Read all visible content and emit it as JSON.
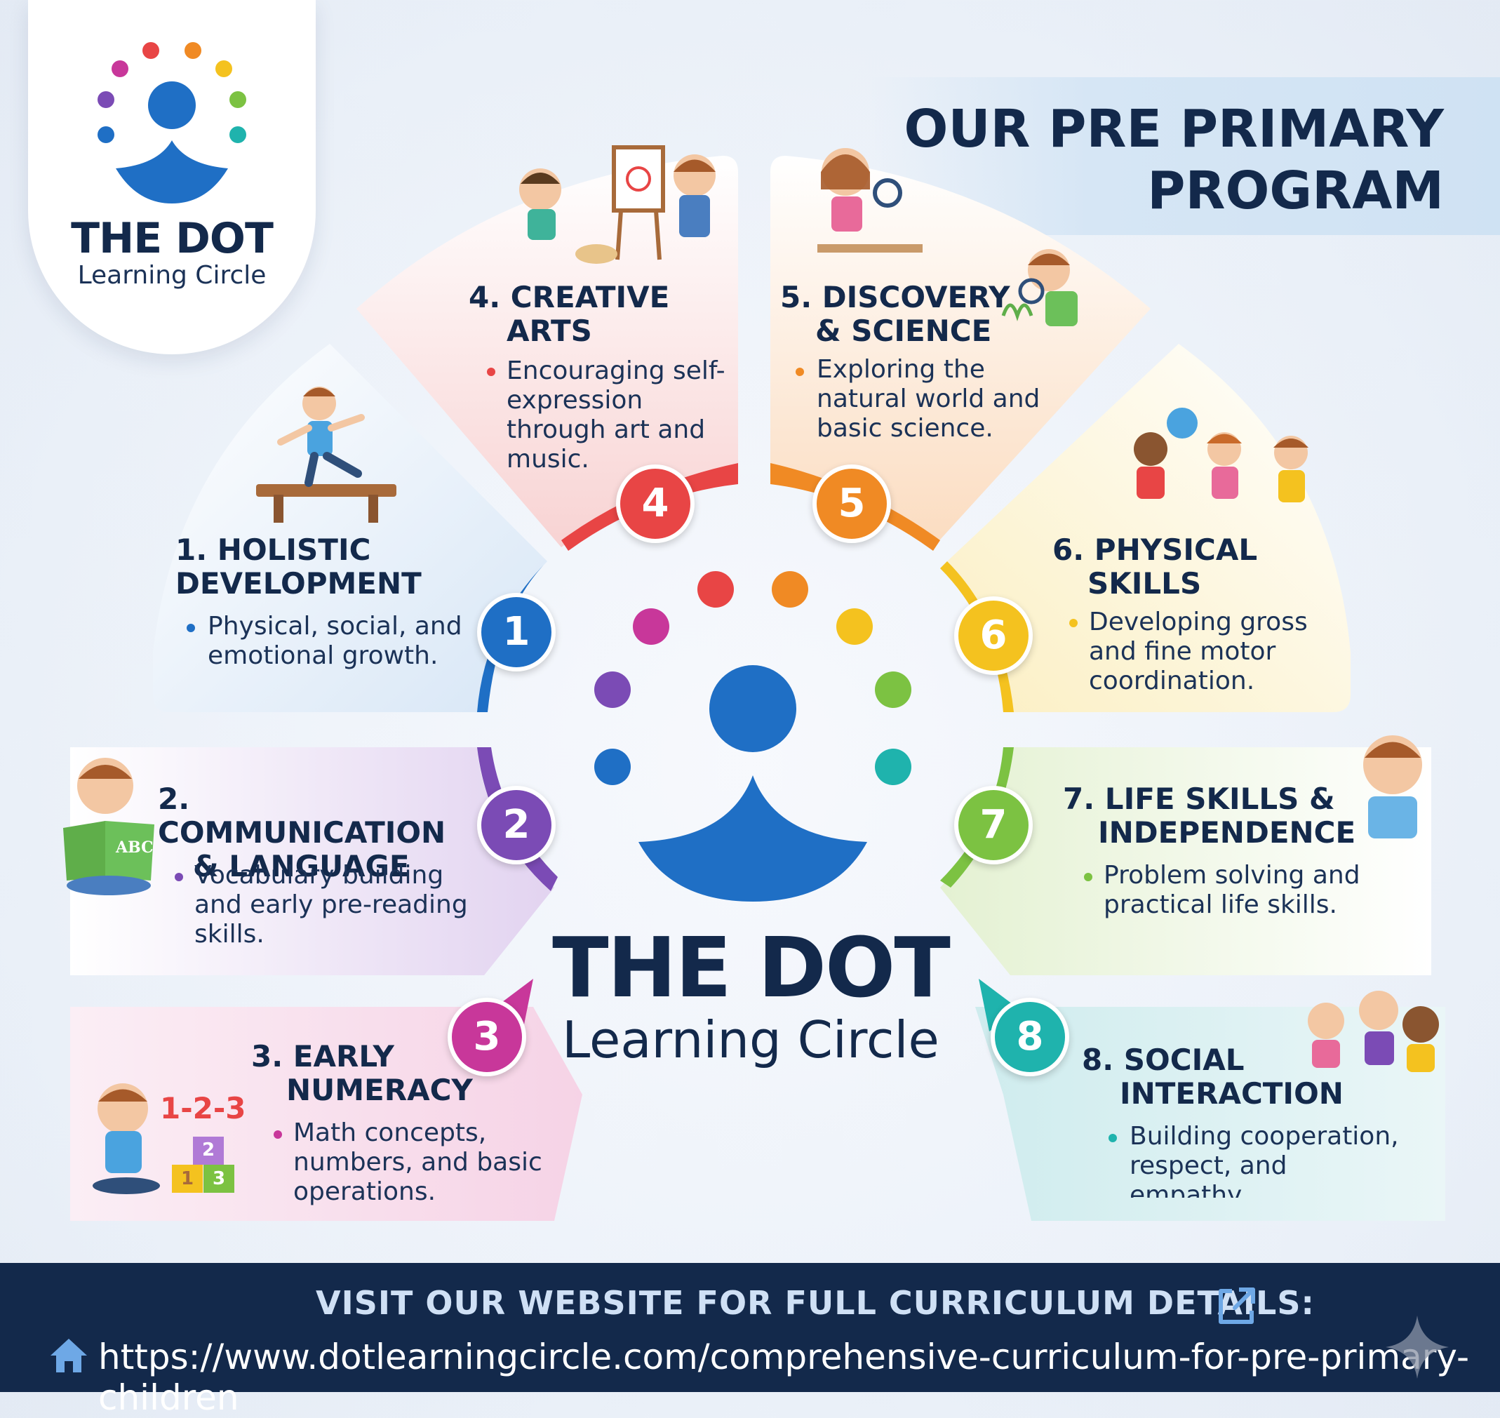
{
  "brand": {
    "name": "THE DOT",
    "tagline": "Learning Circle"
  },
  "title": {
    "line1": "OUR PRE PRIMARY",
    "line2": "PROGRAM"
  },
  "colors": {
    "navy": "#13294b",
    "blue": "#1f6fc5",
    "purple": "#7b4bb5",
    "magenta": "#c8379a",
    "red": "#e84545",
    "orange": "#f08a24",
    "yellow": "#f4c21f",
    "green": "#7cc242",
    "teal": "#1fb3ad"
  },
  "programs": [
    {
      "number": "1",
      "title_line1": "1. HOLISTIC",
      "title_line2": "DEVELOPMENT",
      "desc": [
        "Physical, social, and",
        "emotional growth."
      ]
    },
    {
      "number": "2",
      "title_line1": "2. COMMUNICATION",
      "title_line2": "& LANGUAGE",
      "desc": [
        "Vocabulary building",
        "and early pre-reading",
        "skills."
      ]
    },
    {
      "number": "3",
      "title_line1": "3. EARLY",
      "title_line2": "NUMERACY",
      "desc": [
        "Math concepts,",
        "numbers, and basic",
        "operations."
      ]
    },
    {
      "number": "4",
      "title_line1": "4. CREATIVE",
      "title_line2": "ARTS",
      "desc": [
        "Encouraging self-",
        "expression",
        "through art and",
        "music."
      ]
    },
    {
      "number": "5",
      "title_line1": "5. DISCOVERY",
      "title_line2": "& SCIENCE",
      "desc": [
        "Exploring the",
        "natural world and",
        "basic science."
      ]
    },
    {
      "number": "6",
      "title_line1": "6. PHYSICAL",
      "title_line2": "SKILLS",
      "desc": [
        "Developing gross",
        "and fine motor",
        "coordination."
      ]
    },
    {
      "number": "7",
      "title_line1": "7. LIFE SKILLS &",
      "title_line2": "INDEPENDENCE",
      "desc": [
        "Problem solving and",
        "practical life skills."
      ]
    },
    {
      "number": "8",
      "title_line1": "8. SOCIAL",
      "title_line2": "INTERACTION",
      "desc": [
        "Building cooperation,",
        "respect, and empathy."
      ]
    }
  ],
  "illustration_labels": {
    "book": "ABC",
    "numbers": "1-2-3",
    "block1": "1",
    "block2": "2",
    "block3": "3"
  },
  "footer": {
    "cta": "VISIT OUR WEBSITE FOR FULL CURRICULUM DETAILS:",
    "url": "https://www.dotlearningcircle.com/comprehensive-curriculum-for-pre-primary-children"
  },
  "icons": [
    "home-icon",
    "external-link-icon",
    "sparkle-icon"
  ]
}
